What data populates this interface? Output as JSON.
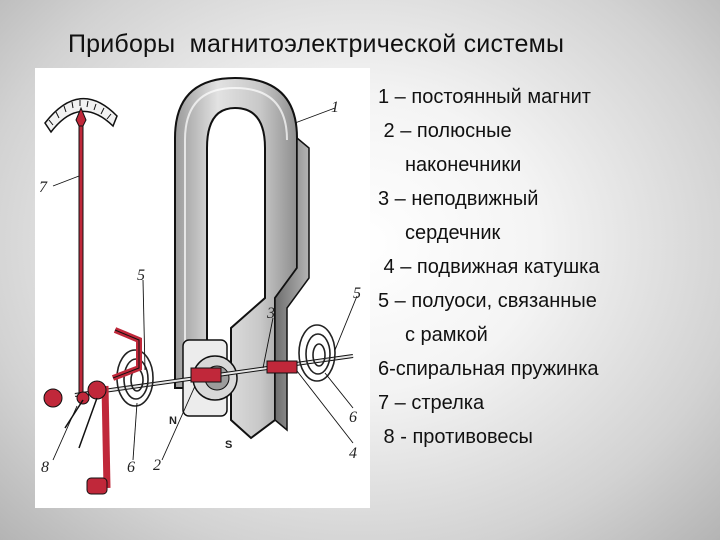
{
  "title": "Приборы  магнитоэлектрической системы",
  "legend": [
    {
      "line1": "1 – постоянный магнит"
    },
    {
      "line1": " 2 – полюсные",
      "line2": "наконечники"
    },
    {
      "line1": "3 – неподвижный",
      "line2": "сердечник"
    },
    {
      "line1": " 4 – подвижная катушка"
    },
    {
      "line1": "5 – полуоси, связанные",
      "line2": "с рамкой"
    },
    {
      "line1": "6-спиральная пружинка"
    },
    {
      "line1": "7 – стрелка"
    },
    {
      "line1": " 8 - противовесы"
    }
  ],
  "diagram": {
    "callouts": [
      "1",
      "2",
      "3",
      "4",
      "5",
      "5",
      "6",
      "6",
      "7",
      "8"
    ],
    "pole_labels": [
      "N",
      "S"
    ],
    "colors": {
      "magnet": "#c9c9c9",
      "pointer": "#c0283a",
      "outline": "#111111",
      "spring": "#222222"
    }
  }
}
